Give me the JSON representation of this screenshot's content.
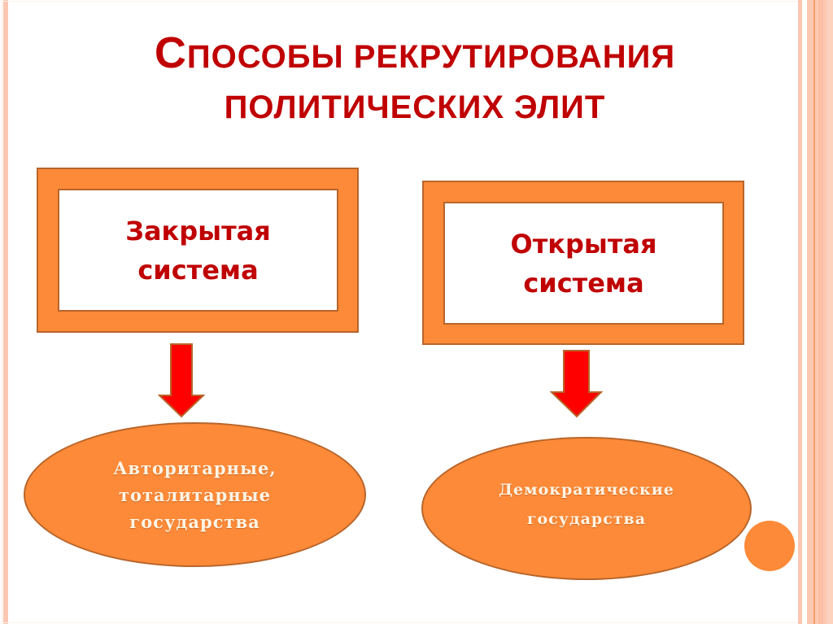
{
  "title": {
    "line1_first_letter": "С",
    "line1_rest": "пособы рекрутирования",
    "line2": "политических элит"
  },
  "boxes": [
    {
      "id": "closed",
      "line1": "Закрытая",
      "line2": "система"
    },
    {
      "id": "open",
      "line1": "Открытая",
      "line2": "система"
    }
  ],
  "ellipses": [
    {
      "id": "closed-result",
      "lines": [
        "Авторитарные,",
        "тоталитарные",
        "государства"
      ]
    },
    {
      "id": "open-result",
      "lines": [
        "Демократические",
        "государства"
      ]
    }
  ],
  "colors": {
    "title": "#c00000",
    "orange_fill": "#fd8a38",
    "orange_border": "#b8652a",
    "arrow_red": "#ff0000",
    "ellipse_text": "#fdf5e6",
    "side_stripes": "#fcc7b2"
  },
  "icons": {
    "arrow": "arrow-down-icon",
    "decor_dot": "circle-icon"
  }
}
